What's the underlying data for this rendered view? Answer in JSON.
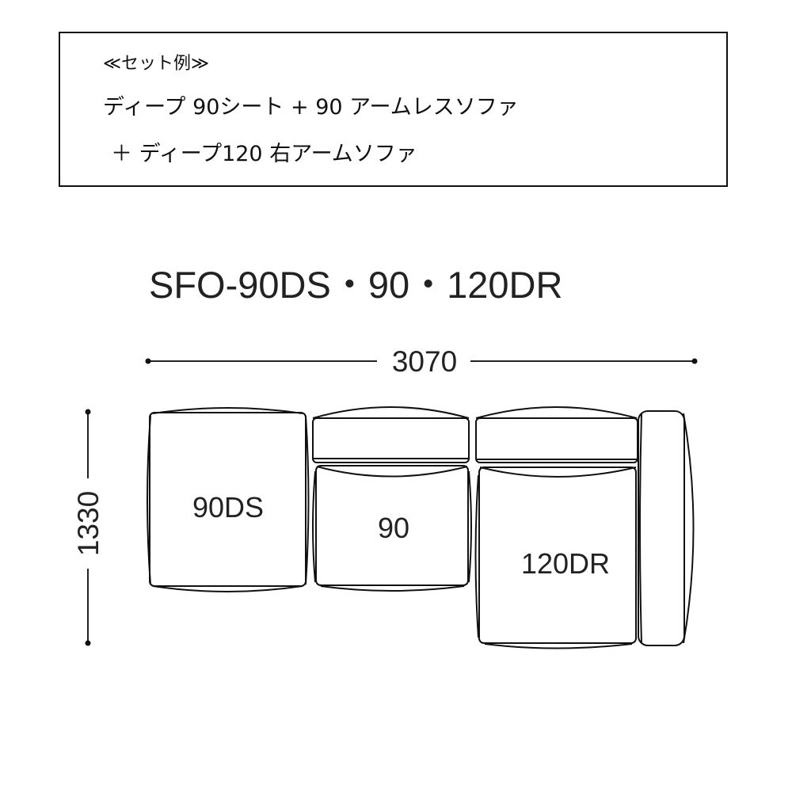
{
  "set_example": {
    "heading": "≪セット例≫",
    "line1": "ディープ 90シート + 90 アームレスソファ",
    "line2": "＋ ディープ120 右アームソファ"
  },
  "model_code": "SFO-90DS・90・120DR",
  "dimensions": {
    "width": "3070",
    "depth": "1330"
  },
  "modules": [
    {
      "label": "90DS"
    },
    {
      "label": "90"
    },
    {
      "label": "120DR"
    }
  ]
}
